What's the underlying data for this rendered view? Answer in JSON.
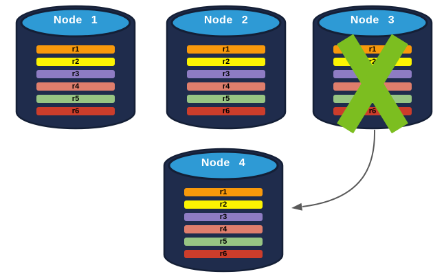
{
  "diagram": {
    "description": "Database replication failover diagram",
    "node_shape": "database-cylinder"
  },
  "nodes": [
    {
      "name": "Node 1",
      "failed": false
    },
    {
      "name": "Node 2",
      "failed": false
    },
    {
      "name": "Node 3",
      "failed": true
    },
    {
      "name": "Node 4",
      "failed": false
    }
  ],
  "rows": [
    {
      "label": "r1",
      "color": "#F8990B"
    },
    {
      "label": "r2",
      "color": "#FCF402"
    },
    {
      "label": "r3",
      "color": "#8E7CC3"
    },
    {
      "label": "r4",
      "color": "#DF7E6C"
    },
    {
      "label": "r5",
      "color": "#97C583"
    },
    {
      "label": "r6",
      "color": "#CC3D2B"
    }
  ],
  "annotations": {
    "failure_marker_icon": "x-mark-icon",
    "failover_arrow": "curved arrow from Node 3 to Node 4"
  },
  "colors": {
    "cylinder_body": "#1F2C4C",
    "cylinder_outline": "#141F36",
    "cylinder_top": "#2E9AD5",
    "failure_x": "#7CBE20",
    "arrow": "#595959",
    "title_text": "#FFFFFF",
    "row_text": "#000000"
  }
}
